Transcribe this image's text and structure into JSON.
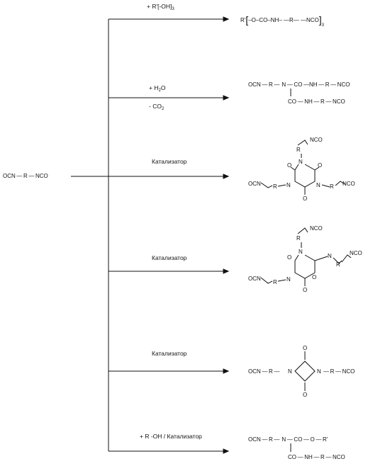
{
  "reactant": "OCN — R — NCO",
  "reactions": [
    {
      "conditions": [
        "+ R'[-OH]",
        "3"
      ],
      "product": {
        "type": "urethane",
        "text": [
          "R'",
          "[",
          "–O–CO–NH– —R— —NCO",
          "]",
          "3"
        ]
      }
    },
    {
      "conditions": [
        "+ H",
        "2",
        "O"
      ],
      "conditions2": [
        "- CO",
        "2"
      ],
      "product": {
        "type": "biuret",
        "line1": [
          "OCN — R —",
          "N — CO —NH — R — NCO"
        ],
        "line2": "CO — NH — R — NCO"
      }
    },
    {
      "conditions": "Катализатор",
      "product": {
        "type": "isocyanurate",
        "top_sub": "NCO",
        "left_sub": "OCN",
        "right_sub": "NCO",
        "R": "R",
        "N": "N",
        "O": "O"
      }
    },
    {
      "conditions": "Катализатор",
      "product": {
        "type": "iminooxadiazinedione",
        "top_sub": "NCO",
        "left_sub": "OCN",
        "right_sub": "NCO",
        "R": "R",
        "N": "N",
        "O": "O"
      }
    },
    {
      "conditions": "Катализатор",
      "product": {
        "type": "uretdione",
        "left": "OCN — R —",
        "right": "— R — NCO",
        "N": "N",
        "O": "O"
      }
    },
    {
      "conditions": "+ R -OH / Катализатор",
      "product": {
        "type": "allophanate",
        "line1": [
          "OCN — R —",
          "N — CO — O — R'"
        ],
        "line2": "CO — NH — R — NCO"
      }
    }
  ]
}
